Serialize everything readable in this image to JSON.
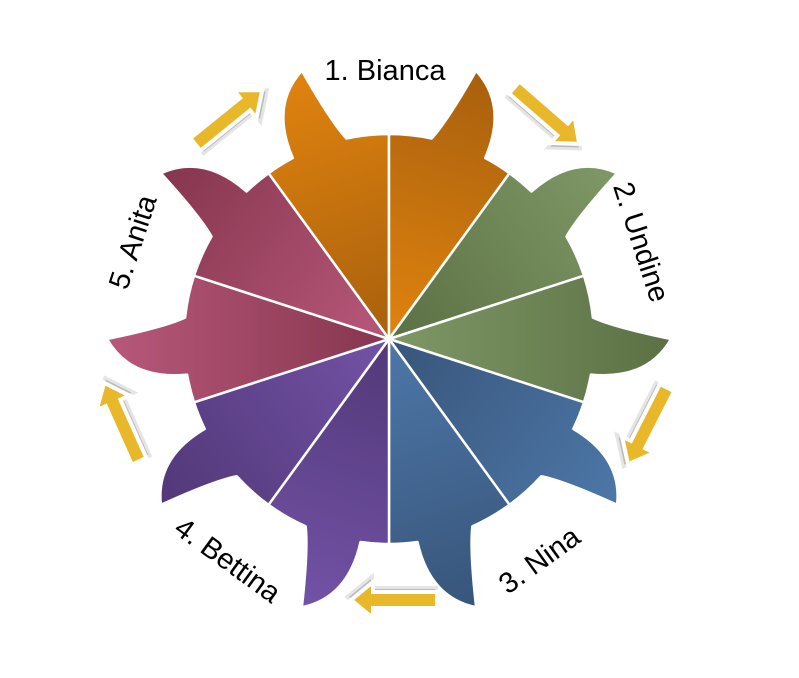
{
  "diagram": {
    "segments": [
      {
        "label": "1. Bianca",
        "color_a": "#e0830f",
        "color_b": "#a8600d"
      },
      {
        "label": "2. Undine",
        "color_a": "#7f9866",
        "color_b": "#5b7044"
      },
      {
        "label": "3. Nina",
        "color_a": "#4d77a8",
        "color_b": "#38557a"
      },
      {
        "label": "4. Bettina",
        "color_a": "#7252a6",
        "color_b": "#523878"
      },
      {
        "label": "5. Anita",
        "color_a": "#b8587a",
        "color_b": "#86364f"
      }
    ],
    "arrow_color": "#e8b82a"
  }
}
